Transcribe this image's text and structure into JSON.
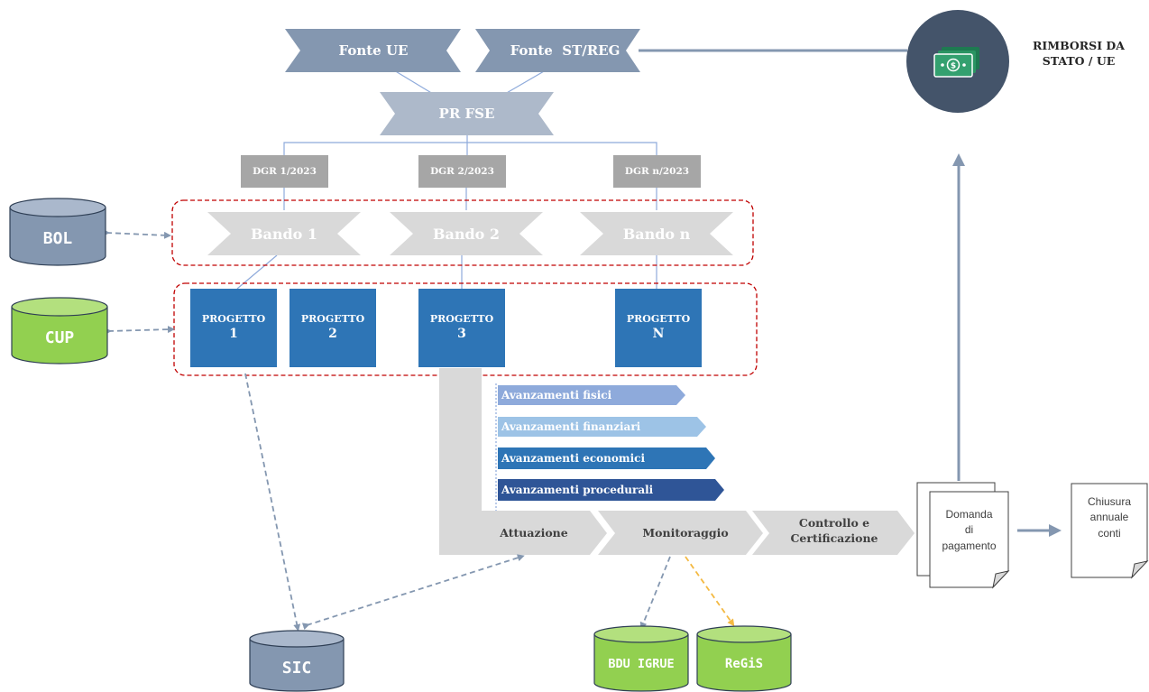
{
  "sources": {
    "ue": "Fonte UE",
    "st_reg": "Fonte  ST/REG"
  },
  "pr_fse": "PR FSE",
  "dgr": [
    "DGR 1/2023",
    "DGR 2/2023",
    "DGR n/2023"
  ],
  "bandi": [
    "Bando 1",
    "Bando 2",
    "Bando n"
  ],
  "progetti": [
    {
      "title": "PROGETTO",
      "num": "1"
    },
    {
      "title": "PROGETTO",
      "num": "2"
    },
    {
      "title": "PROGETTO",
      "num": "3"
    },
    {
      "title": "PROGETTO",
      "num": "N"
    }
  ],
  "avanzamenti": [
    "Avanzamenti fisici",
    "Avanzamenti finanziari",
    "Avanzamenti economici",
    "Avanzamenti procedurali"
  ],
  "phases": {
    "attuazione": "Attuazione",
    "monitoraggio": "Monitoraggio",
    "controllo_1": "Controllo e",
    "controllo_2": "Certificazione"
  },
  "docs": {
    "domanda": "Domanda\ndi\npagamento",
    "chiusura": "Chiusura\nannuale\nconti"
  },
  "rimborsi": {
    "line1": "RIMBORSI DA",
    "line2": "STATO / UE"
  },
  "databases": {
    "bol": "BOL",
    "cup": "CUP",
    "sic": "SIC",
    "bdu": "BDU IGRUE",
    "regis": "ReGiS"
  },
  "colors": {
    "source_chevron": "#8497b0",
    "pr_chevron": "#adb9ca",
    "dgr": "#a6a6a6",
    "bando": "#d9d9d9",
    "progetto": "#2e75b6",
    "phase": "#d9d9d9",
    "db_blue": "#8497b0",
    "db_green": "#92d050",
    "rimborsi_circle": "#44546a",
    "money": "#33a06f",
    "dashed_red": "#c00000",
    "avz_fisici": "#8eaadb",
    "avz_finanziari": "#9dc3e6",
    "avz_economici": "#2e75b6",
    "avz_procedurali": "#2f5597"
  },
  "icons": {
    "rimborsi": "money-stack-icon"
  }
}
